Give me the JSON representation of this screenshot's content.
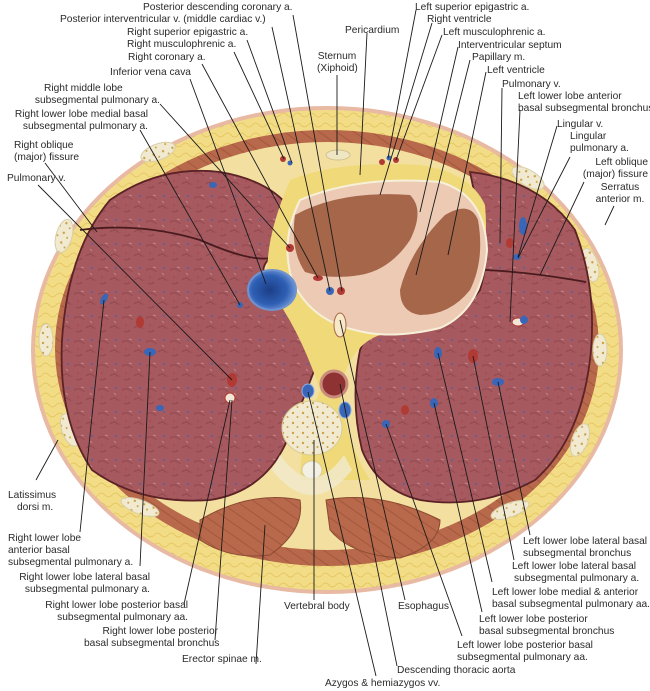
{
  "figure": {
    "title": "Axial cross-section of thorax at level of heart ventricles and lower lobes",
    "colors": {
      "fat": "#f2dc86",
      "fat_dark": "#e8c85a",
      "skin": "#e9b9a2",
      "muscle": "#b9684a",
      "muscle_dark": "#9a4f36",
      "lung": "#a85a5e",
      "lung_dark": "#8e4248",
      "myocardium": "#a86848",
      "pericardial_tissue": "#ecc9b4",
      "vein_blue": "#3a66b8",
      "artery_red": "#b23a34",
      "bone": "#efe7c4",
      "bone_spots": "#c9a24a",
      "leader_line": "#1a1a1a"
    }
  },
  "labels": {
    "posterior_descending_coronary": "Posterior descending coronary a.",
    "posterior_interventricular_v": "Posterior interventricular v. (middle cardiac v.)",
    "right_superior_epigastric": "Right superior epigastric a.",
    "right_musculophrenic": "Right musculophrenic a.",
    "right_coronary": "Right coronary a.",
    "inferior_vena_cava": "Inferior vena cava",
    "rml_subseg_a_1": "Right middle lobe",
    "rml_subseg_a_2": "subsegmental pulmonary a.",
    "rll_medial_basal_1": "Right lower lobe medial basal",
    "rll_medial_basal_2": "subsegmental pulmonary a.",
    "right_oblique_1": "Right oblique",
    "right_oblique_2": "(major) fissure",
    "pulmonary_v_right": "Pulmonary v.",
    "sternum_1": "Sternum",
    "sternum_2": "(Xiphoid)",
    "pericardium": "Pericardium",
    "left_superior_epigastric": "Left superior epigastric a.",
    "right_ventricle": "Right ventricle",
    "left_musculophrenic": "Left musculophrenic a.",
    "interventricular_septum": "Interventricular septum",
    "papillary_m": "Papillary m.",
    "left_ventricle": "Left ventricle",
    "pulmonary_v_left": "Pulmonary v.",
    "lll_anterior_basal_bronchus_1": "Left lower lobe anterior",
    "lll_anterior_basal_bronchus_2": "basal subsegmental bronchus",
    "lingular_v": "Lingular v.",
    "lingular_a_1": "Lingular",
    "lingular_a_2": "pulmonary a.",
    "left_oblique_1": "Left oblique",
    "left_oblique_2": "(major) fissure",
    "serratus_1": "Serratus",
    "serratus_2": "anterior m.",
    "latissimus_1": "Latissimus",
    "latissimus_2": "dorsi m.",
    "rll_anterior_basal_a_1": "Right lower lobe",
    "rll_anterior_basal_a_2": "anterior basal",
    "rll_anterior_basal_a_3": "subsegmental pulmonary a.",
    "rll_lateral_basal_a_1": "Right lower lobe lateral basal",
    "rll_lateral_basal_a_2": "subsegmental pulmonary a.",
    "rll_posterior_basal_aa_1": "Right lower lobe posterior basal",
    "rll_posterior_basal_aa_2": "subsegmental pulmonary aa.",
    "rll_posterior_basal_bronchus_1": "Right lower lobe posterior",
    "rll_posterior_basal_bronchus_2": "basal subsegmental bronchus",
    "erector_spinae": "Erector spinae m.",
    "vertebral_body": "Vertebral body",
    "esophagus": "Esophagus",
    "azygos": "Azygos & hemiazygos vv.",
    "descending_aorta": "Descending thoracic aorta",
    "lll_posterior_basal_aa_1": "Left lower lobe posterior basal",
    "lll_posterior_basal_aa_2": "subsegmental pulmonary aa.",
    "lll_posterior_basal_bronchus_1": "Left lower lobe posterior",
    "lll_posterior_basal_bronchus_2": "basal subsegmental bronchus",
    "lll_medial_anterior_aa_1": "Left lower lobe medial & anterior",
    "lll_medial_anterior_aa_2": "basal subsegmental pulmonary aa.",
    "lll_lateral_basal_a_1": "Left lower lobe lateral basal",
    "lll_lateral_basal_a_2": "subsegmental pulmonary a.",
    "lll_lateral_basal_bronchus_1": "Left lower lobe lateral basal",
    "lll_lateral_basal_bronchus_2": "subsegmental bronchus"
  }
}
